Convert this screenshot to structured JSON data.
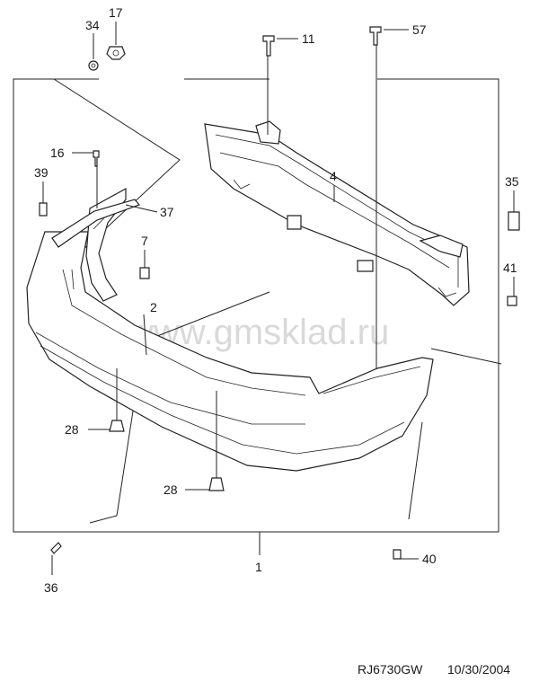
{
  "diagram": {
    "watermark": "www.gmsklad.ru",
    "footer": {
      "code": "RJ6730GW",
      "date": "10/30/2004"
    },
    "callouts": [
      {
        "id": "c34",
        "text": "34"
      },
      {
        "id": "c17",
        "text": "17"
      },
      {
        "id": "c11",
        "text": "11"
      },
      {
        "id": "c57",
        "text": "57"
      },
      {
        "id": "c16",
        "text": "16"
      },
      {
        "id": "c39",
        "text": "39"
      },
      {
        "id": "c37",
        "text": "37"
      },
      {
        "id": "c4",
        "text": "4"
      },
      {
        "id": "c35",
        "text": "35"
      },
      {
        "id": "c7",
        "text": "7"
      },
      {
        "id": "c41",
        "text": "41"
      },
      {
        "id": "c2",
        "text": "2"
      },
      {
        "id": "c28a",
        "text": "28"
      },
      {
        "id": "c28b",
        "text": "28"
      },
      {
        "id": "c1",
        "text": "1"
      },
      {
        "id": "c36",
        "text": "36"
      },
      {
        "id": "c40",
        "text": "40"
      }
    ]
  }
}
